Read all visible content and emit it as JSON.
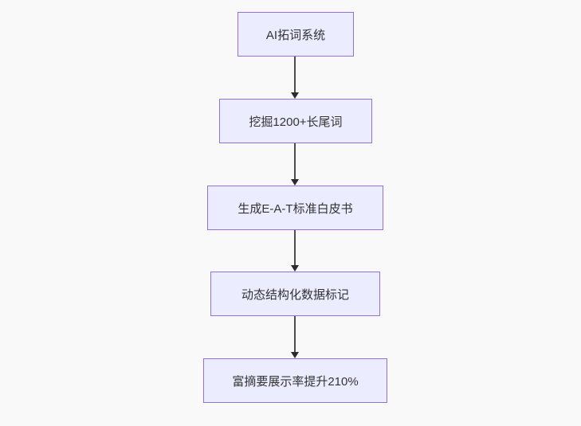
{
  "diagram": {
    "type": "flowchart",
    "direction": "top-down",
    "nodes": [
      {
        "label": "AI拓词系统"
      },
      {
        "label": "挖掘1200+长尾词"
      },
      {
        "label": "生成E-A-T标准白皮书"
      },
      {
        "label": "动态结构化数据标记"
      },
      {
        "label": "富摘要展示率提升210%"
      }
    ],
    "edges": [
      {
        "from": 0,
        "to": 1
      },
      {
        "from": 1,
        "to": 2
      },
      {
        "from": 2,
        "to": 3
      },
      {
        "from": 3,
        "to": 4
      }
    ],
    "colors": {
      "background": "#f9f9f9",
      "node_fill": "#ececff",
      "node_border": "#9370db",
      "edge_line": "#4d4d4d",
      "arrowhead": "#2b2b2b",
      "text": "#333333"
    }
  }
}
